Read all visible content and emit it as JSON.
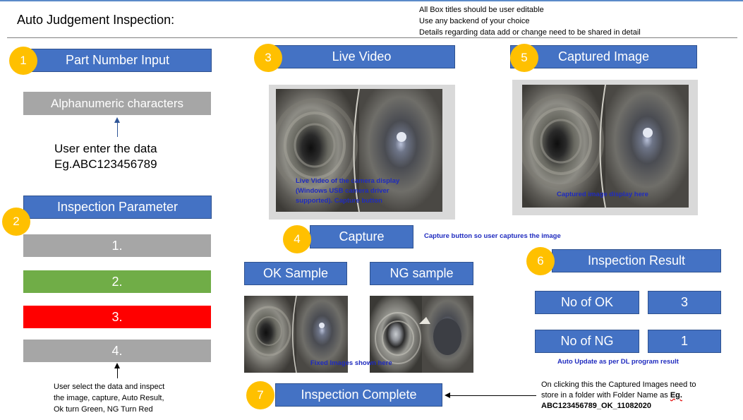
{
  "page": {
    "title": "Auto Judgement Inspection:",
    "notes": [
      "All Box titles should be user editable",
      "Use any backend of your choice",
      "Details regarding data add or change need to  be shared in detail"
    ]
  },
  "part_number": {
    "badge": "1",
    "title": "Part Number Input",
    "input_value": "Alphanumeric characters",
    "hint_line1": "User enter the data",
    "hint_line2": "Eg.ABC123456789"
  },
  "inspection_parameter": {
    "badge": "2",
    "title": "Inspection Parameter",
    "items": [
      "1.",
      "2.",
      "3.",
      "4."
    ],
    "item_colors": [
      "#a6a6a6",
      "#70ad47",
      "#ff0000",
      "#a6a6a6"
    ],
    "hint": [
      "User select the data and inspect",
      "the image, capture, Auto Result,",
      "Ok turn Green, NG Turn Red"
    ]
  },
  "live_video": {
    "badge": "3",
    "title": "Live Video",
    "caption": [
      "Live Video of the camera display",
      "(Windows USB camera driver",
      "supported). Capture  button"
    ]
  },
  "capture": {
    "badge": "4",
    "label": "Capture",
    "caption": "Capture button  so user captures the image"
  },
  "captured_image": {
    "badge": "5",
    "title": "Captured Image",
    "caption": "Captured image display here"
  },
  "samples": {
    "ok_label": "OK Sample",
    "ng_label": "NG sample",
    "caption": "Fixed Images shown here"
  },
  "inspection_result": {
    "badge": "6",
    "title": "Inspection Result",
    "ok_label": "No of OK",
    "ok_value": "3",
    "ng_label": "No of NG",
    "ng_value": "1",
    "caption": "Auto Update as per DL program result"
  },
  "complete": {
    "badge": "7",
    "label": "Inspection Complete",
    "note_line1": "On clicking this the Captured Images need to",
    "note_line2": "store in a folder with Folder Name as ",
    "note_eg": "Eg.",
    "note_line3": "ABC123456789_OK_11082020"
  },
  "icons": {
    "camera_image": "pipe-bore-photo-icon",
    "ng_image": "pipe-bore-ng-photo-icon"
  }
}
